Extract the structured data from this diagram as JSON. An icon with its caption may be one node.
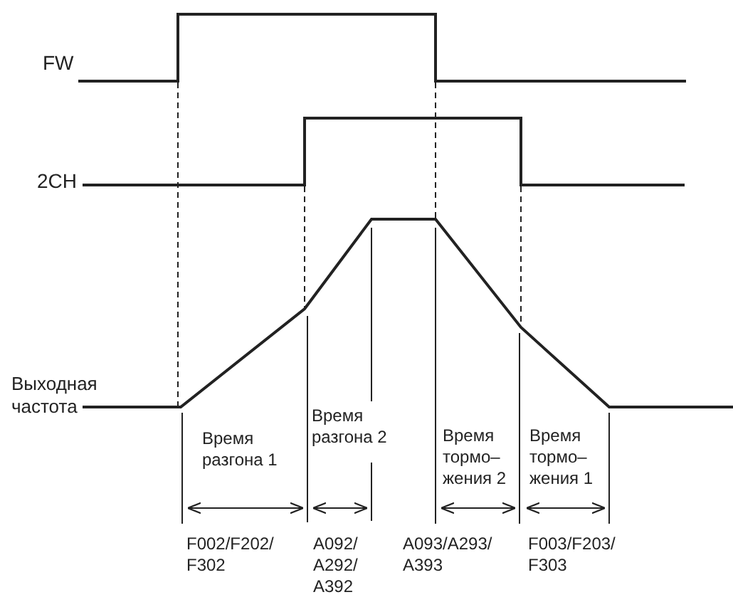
{
  "diagram": {
    "labels": [
      "FW",
      "2CH",
      "Выходная частота",
      "Время разгона 1",
      "Время разгона 2",
      "Время тормо– жения 2",
      "Время тормо– жения 1",
      "F002/F202/ F302",
      "A092/ A292/ A392",
      "A093/A293/ A393",
      "F003/F203/ F303"
    ]
  }
}
